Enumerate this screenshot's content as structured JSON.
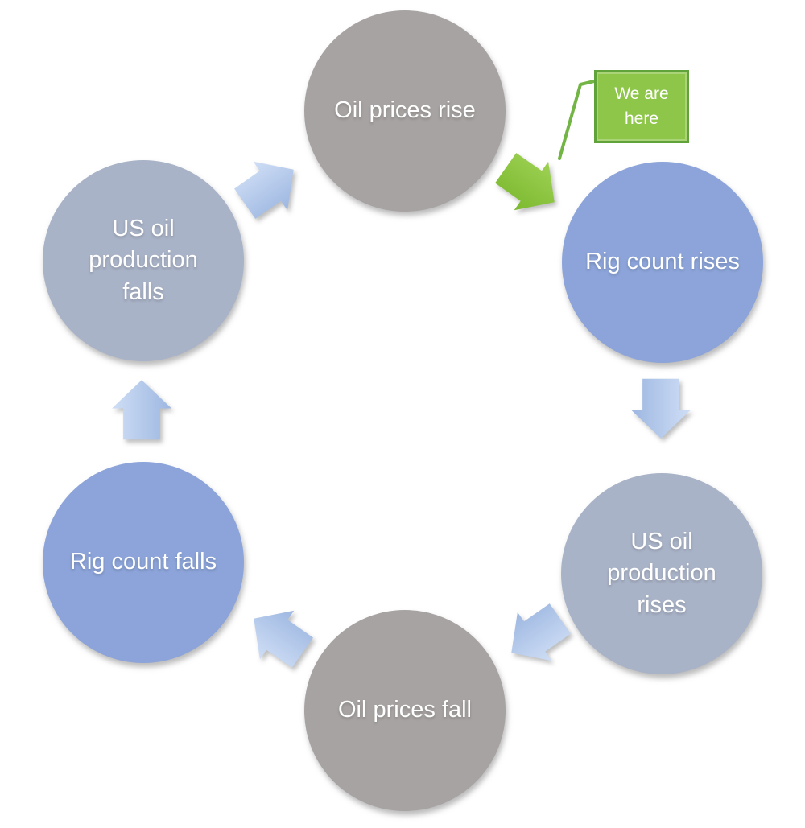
{
  "diagram": {
    "background": "#ffffff",
    "text_color": "#ffffff",
    "nodes": [
      {
        "id": "oil-prices-rise",
        "label": "Oil prices rise",
        "fill": "#a7a3a2"
      },
      {
        "id": "rig-count-rises",
        "label": "Rig count rises",
        "fill": "#8ca4d9"
      },
      {
        "id": "us-oil-production-rises",
        "label": "US oil production rises",
        "fill": "#a9b3c7"
      },
      {
        "id": "oil-prices-fall",
        "label": "Oil prices fall",
        "fill": "#a7a3a2"
      },
      {
        "id": "rig-count-falls",
        "label": "Rig count falls",
        "fill": "#8ca4d9"
      },
      {
        "id": "us-oil-production-falls",
        "label": "US oil production falls",
        "fill": "#a9b3c7"
      }
    ],
    "callout": {
      "label": "We are here",
      "fill": "#8ec64a",
      "border_color": "#5fa33a",
      "line_color": "#72b544",
      "text_color": "#ffffff"
    },
    "arrows": {
      "blue_gradient": [
        "#cfdef5",
        "#9db7e1"
      ],
      "green_gradient": [
        "#9ed153",
        "#7cb930"
      ]
    }
  }
}
